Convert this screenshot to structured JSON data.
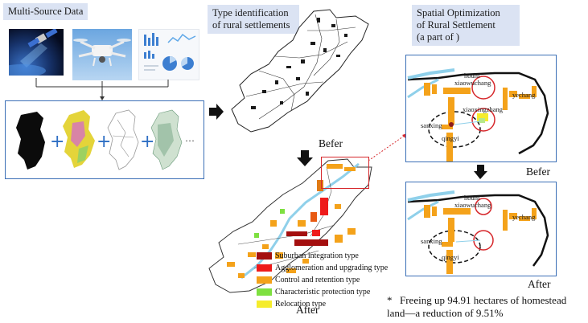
{
  "panels": {
    "left_title": "Multi-Source Data",
    "middle_title_line1": "Type identification",
    "middle_title_line2": "of rural settlements",
    "right_title_line1": "Spatial Optimization",
    "right_title_line2": "of Rural Settlement",
    "right_title_line3": "(a part of )"
  },
  "labels": {
    "befer_middle": "Befer",
    "after_middle": "After",
    "befer_right": "Befer",
    "after_right": "After",
    "ellipsis": "···"
  },
  "legend": [
    {
      "label": "Suburban integration type",
      "color": "#a40f0f"
    },
    {
      "label": "Agglomeration and upgrading type",
      "color": "#ee1b1b"
    },
    {
      "label": "Control and retention type",
      "color": "#f4a21a"
    },
    {
      "label": "Characteristic protection type",
      "color": "#7ee040"
    },
    {
      "label": "Relocation type",
      "color": "#f5ec2c"
    }
  ],
  "places_top": {
    "houni": "houni",
    "xiaowuchang": "xiaowuchang",
    "yechang": "yechang",
    "sanxing": "sanxing",
    "xiaoxingzhang": "xiaoxingzhang",
    "qingyi": "qingyi"
  },
  "places_bottom": {
    "houni": "houni",
    "xiaowuchang": "xiaowuchang",
    "yechang": "yechang",
    "sanxing": "sanxing",
    "qingyi": "qingyi"
  },
  "note": {
    "bullet": "*",
    "text": "Freeing up 94.91 hectares of homestead land—a reduction of 9.51%"
  },
  "colors": {
    "title_bg": "#dbe3f3",
    "frame_blue": "#3b6fb6",
    "highlight_red": "#d6272b",
    "plus_blue": "#2f6fc4",
    "river_blue": "#8fd0ea"
  }
}
